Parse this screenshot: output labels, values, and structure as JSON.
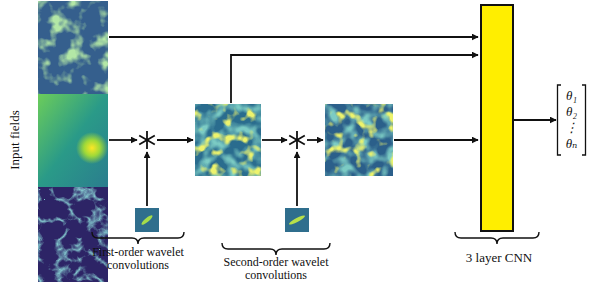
{
  "diagram": {
    "nodes": [
      {
        "text": [
          "3 layer CNN"
        ]
      },
      {
        "text": [
          "θ₁",
          "θ₂",
          "⋮",
          "θₙ"
        ]
      }
    ],
    "edges": [
      {
        "from": 0,
        "to": 1,
        "arrow": "to"
      }
    ],
    "labels": [
      "Input fields",
      "First-order wavelet convolutions",
      "Second-order wavelet convolutions"
    ]
  }
}
